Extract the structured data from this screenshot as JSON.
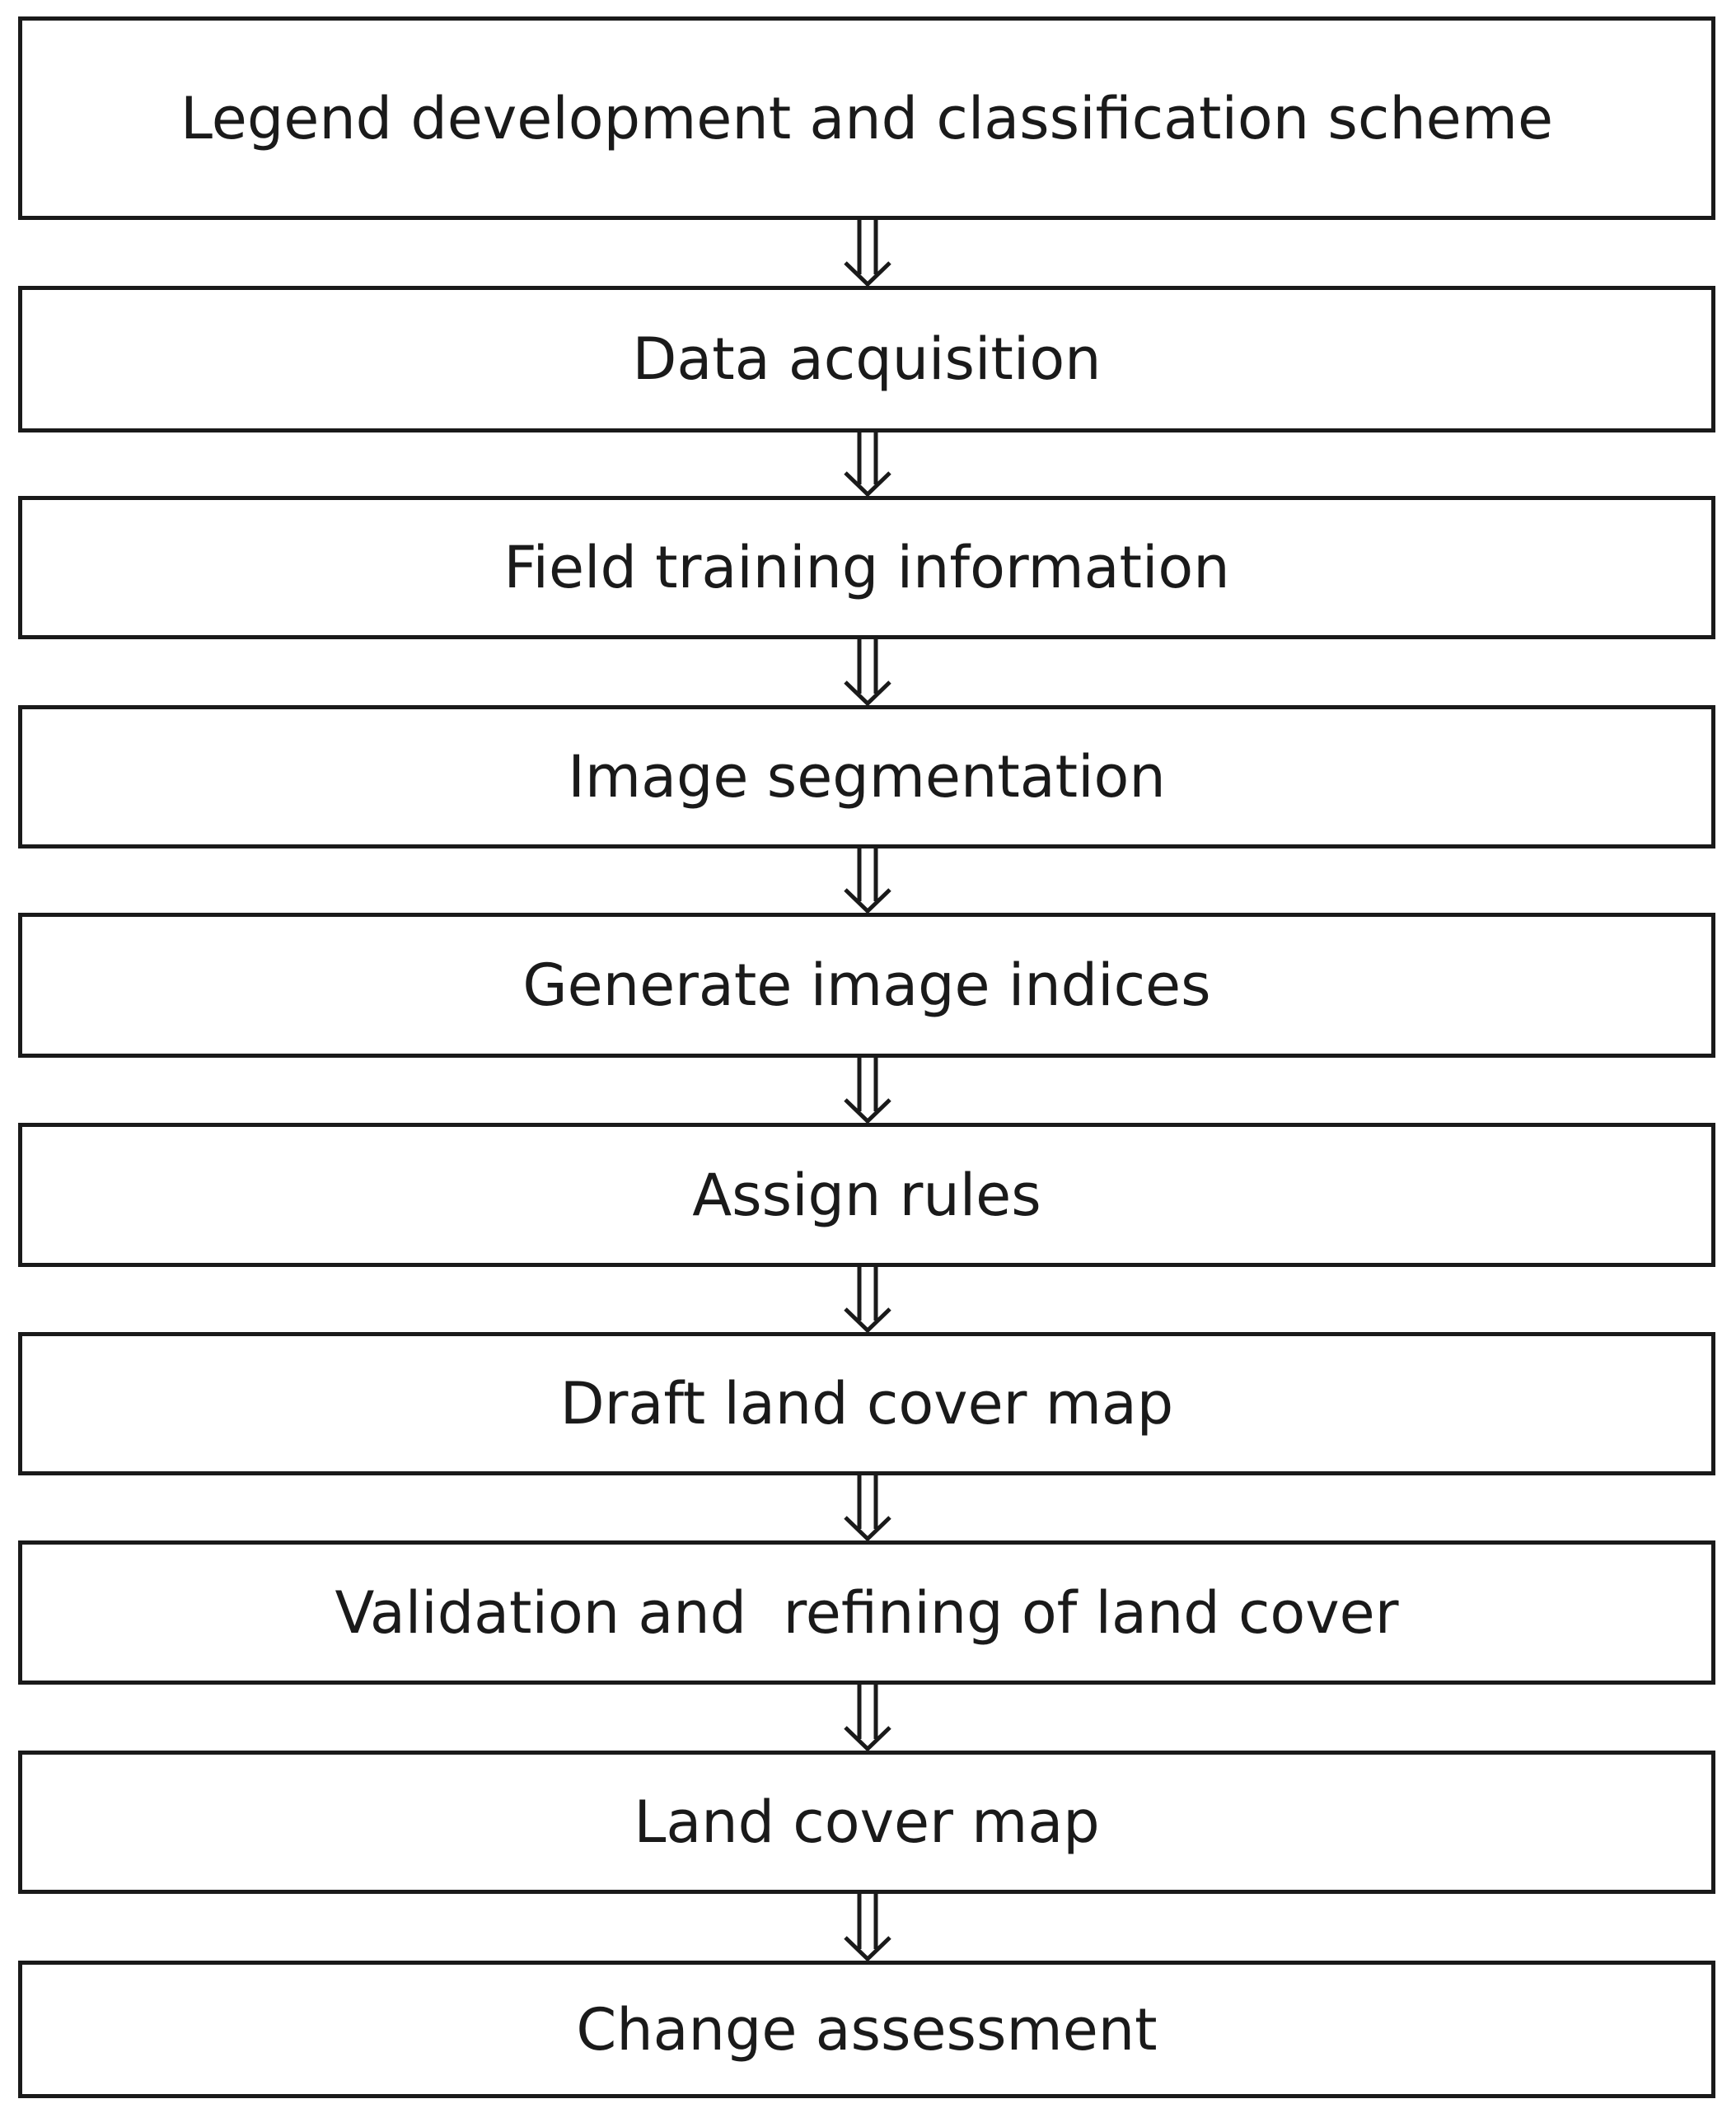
{
  "steps": [
    "Legend development and classification scheme",
    "Data acquisition",
    "Field training information",
    "Image segmentation",
    "Generate image indices",
    "Assign rules",
    "Draft land cover map",
    "Validation and  refining of land cover",
    "Land cover map",
    "Change assessment"
  ],
  "colors": {
    "border": "#1a1a1a",
    "text": "#1a1a1a",
    "background": "#ffffff"
  },
  "connector_icon": "double-down-arrow-icon"
}
